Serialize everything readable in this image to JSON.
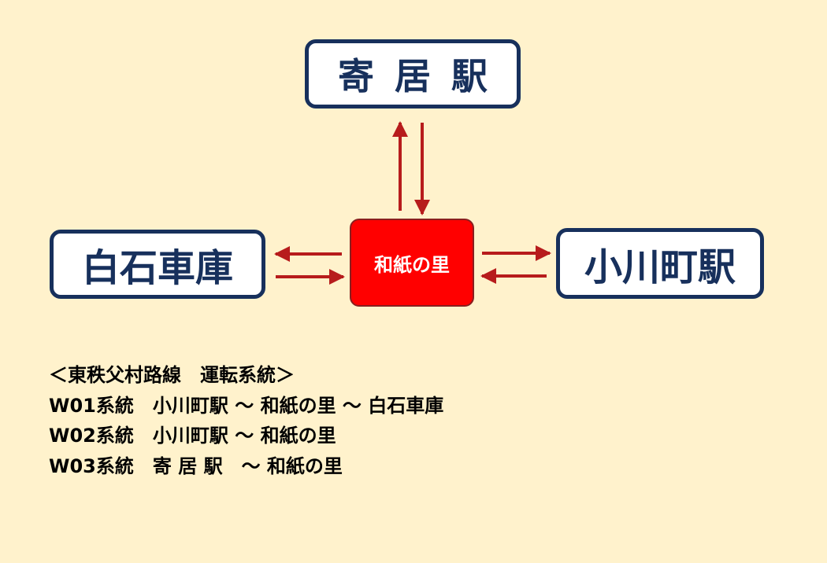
{
  "stations": {
    "yorii": "寄居駅",
    "shiraishi": "白石車庫",
    "ogawa": "小川町駅",
    "hub": "和紙の里"
  },
  "route_header": "＜東秩父村路線　運転系統＞",
  "routes": [
    "W01系統　小川町駅 ～ 和紙の里 ～ 白石車庫",
    "W02系統　小川町駅 ～ 和紙の里",
    "W03系統　寄 居 駅　～ 和紙の里"
  ],
  "colors": {
    "background": "#fff2cc",
    "station_border": "#17305c",
    "hub_fill": "#ff0000",
    "arrow": "#b71c1c"
  }
}
